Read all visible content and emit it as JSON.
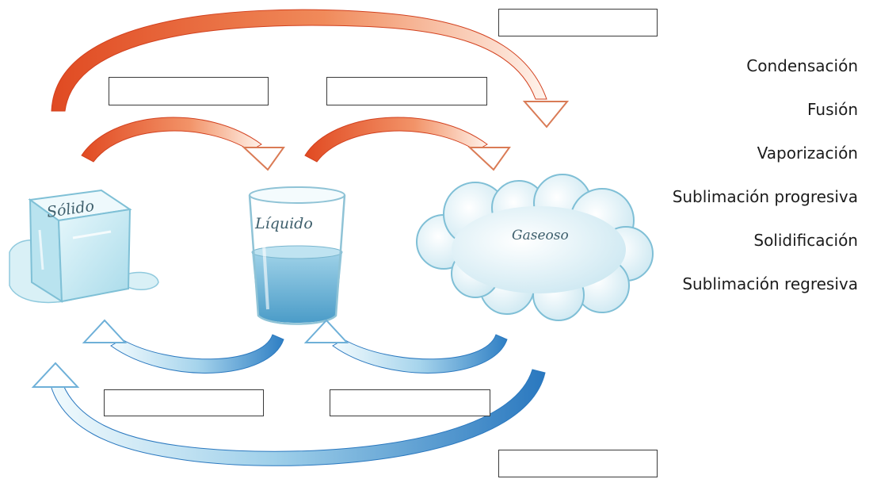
{
  "states": {
    "solid": "Sólido",
    "liquid": "Líquido",
    "gas": "Gaseoso"
  },
  "word_bank": [
    "Condensación",
    "Fusión",
    "Vaporización",
    "Sublimación progresiva",
    "Solidificación",
    "Sublimación regresiva"
  ],
  "answer_blanks": {
    "top": "",
    "fusion": "",
    "vaporization": "",
    "solidification": "",
    "condensation": "",
    "bottom": ""
  },
  "colors": {
    "warm_arrow": "#e8522a",
    "cold_arrow": "#2f7fc4",
    "ice": "#cfeef7",
    "water": "#6fb8d8",
    "cloud": "#e3f3f8"
  }
}
